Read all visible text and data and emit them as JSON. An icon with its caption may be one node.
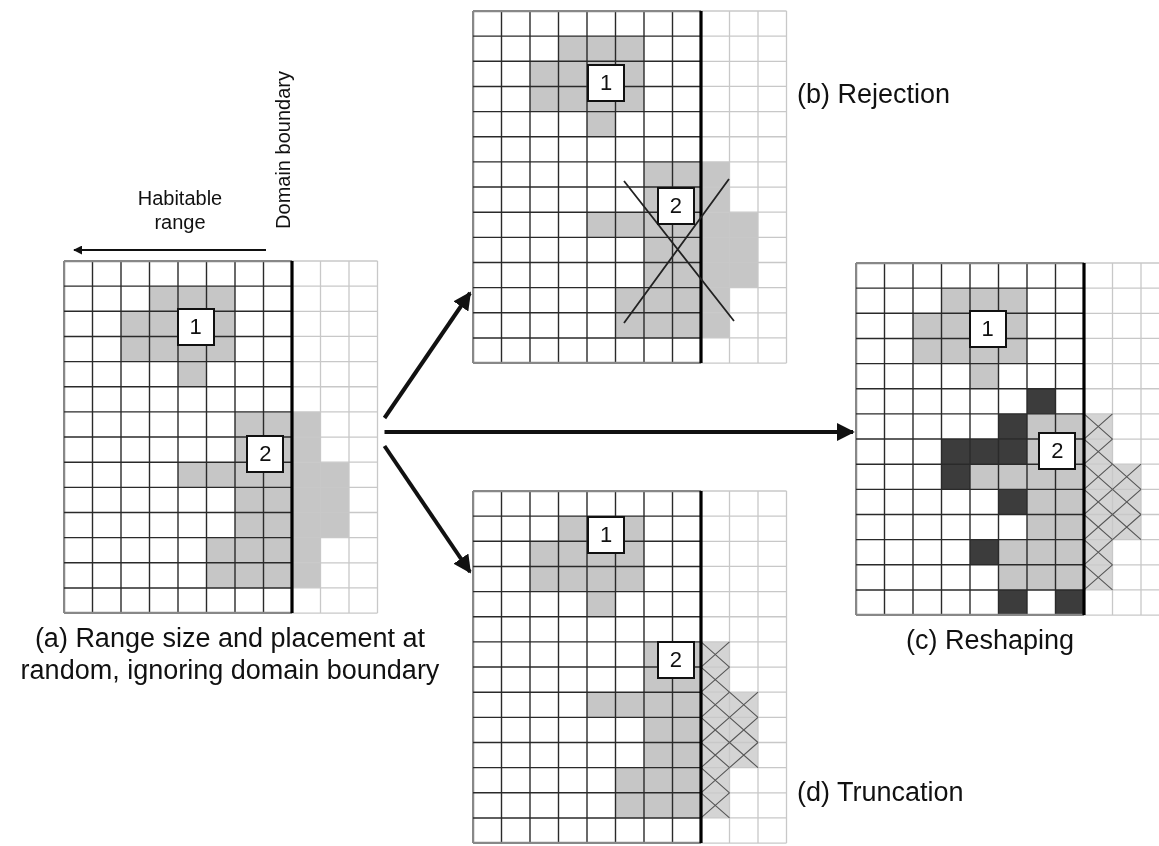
{
  "diagram": {
    "nodes": [
      {
        "text": [],
        "shape": "picture",
        "beside": [
          "(a) Range size and placement at random, ignoring domain boundary"
        ]
      },
      {
        "text": [
          "1"
        ],
        "in": 0
      },
      {
        "text": [
          "2"
        ],
        "in": 0
      },
      {
        "text": [],
        "shape": "picture",
        "beside": [
          "(b) Rejection"
        ]
      },
      {
        "text": [
          "1"
        ],
        "in": 3
      },
      {
        "text": [
          "2"
        ],
        "in": 3
      },
      {
        "text": [],
        "shape": "picture",
        "beside": [
          "(c) Reshaping"
        ]
      },
      {
        "text": [
          "1"
        ],
        "in": 6
      },
      {
        "text": [
          "2"
        ],
        "in": 6
      },
      {
        "text": [],
        "shape": "picture",
        "beside": [
          "(d) Truncation"
        ]
      },
      {
        "text": [
          "1"
        ],
        "in": 9
      },
      {
        "text": [
          "2"
        ],
        "in": 9
      }
    ],
    "edges": [
      {
        "from": 0,
        "to": 3,
        "arrow": "to"
      },
      {
        "from": 0,
        "to": 6,
        "arrow": "to"
      },
      {
        "from": 0,
        "to": 9,
        "arrow": "to"
      }
    ],
    "labels": [
      "Habitable range",
      "Domain boundary"
    ]
  }
}
